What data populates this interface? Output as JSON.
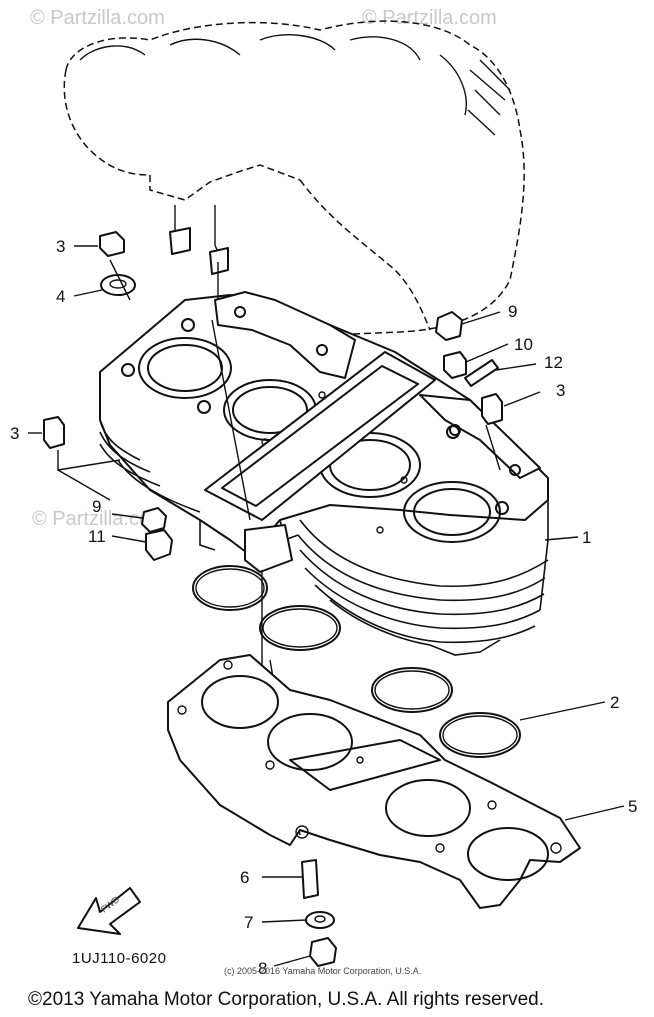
{
  "watermarks": {
    "top_left": "© Partzilla.com",
    "top_right": "© Partzilla.com",
    "middle_left": "© Partzilla.com"
  },
  "callouts": {
    "p1": "1",
    "p2": "2",
    "p3_top": "3",
    "p3_left": "3",
    "p3_right": "3",
    "p4": "4",
    "p5": "5",
    "p6": "6",
    "p7": "7",
    "p8": "8",
    "p9_top": "9",
    "p9_left": "9",
    "p10": "10",
    "p11": "11",
    "p12": "12"
  },
  "arrow_label": "FWD",
  "diagram_code": "1UJ110-6020",
  "small_copyright": "(c) 2005-2016 Yamaha Motor Corporation, U.S.A.",
  "footer_copyright": "©2013 Yamaha Motor Corporation, U.S.A. All rights reserved."
}
